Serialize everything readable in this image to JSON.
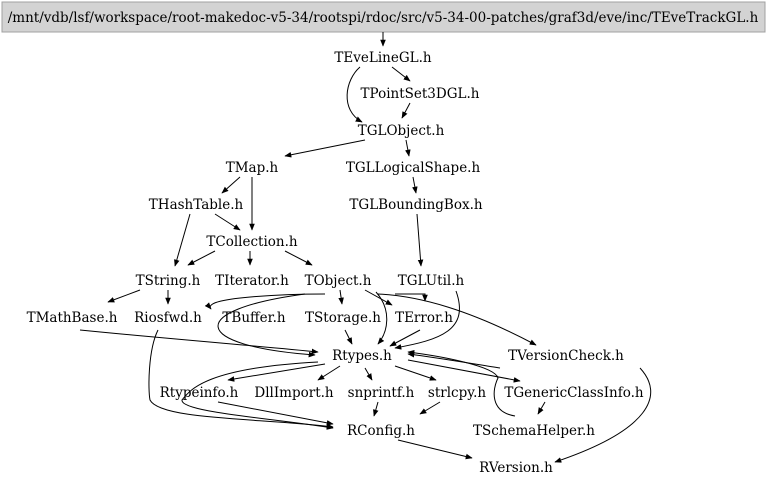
{
  "root": "/mnt/vdb/lsf/workspace/root-makedoc-v5-34/rootspi/rdoc/src/v5-34-00-patches/graf3d/eve/inc/TEveTrackGL.h",
  "nodes": {
    "TEveLineGL": "TEveLineGL.h",
    "TPointSet3DGL": "TPointSet3DGL.h",
    "TGLObject": "TGLObject.h",
    "TMap": "TMap.h",
    "TGLLogicalShape": "TGLLogicalShape.h",
    "THashTable": "THashTable.h",
    "TGLBoundingBox": "TGLBoundingBox.h",
    "TCollection": "TCollection.h",
    "TString": "TString.h",
    "TIterator": "TIterator.h",
    "TObject": "TObject.h",
    "TGLUtil": "TGLUtil.h",
    "TMathBase": "TMathBase.h",
    "Riosfwd": "Riosfwd.h",
    "TBuffer": "TBuffer.h",
    "TStorage": "TStorage.h",
    "TError": "TError.h",
    "Rtypes": "Rtypes.h",
    "TVersionCheck": "TVersionCheck.h",
    "Rtypeinfo": "Rtypeinfo.h",
    "DllImport": "DllImport.h",
    "snprintf": "snprintf.h",
    "strlcpy": "strlcpy.h",
    "TGenericClassInfo": "TGenericClassInfo.h",
    "RConfig": "RConfig.h",
    "TSchemaHelper": "TSchemaHelper.h",
    "RVersion": "RVersion.h"
  }
}
